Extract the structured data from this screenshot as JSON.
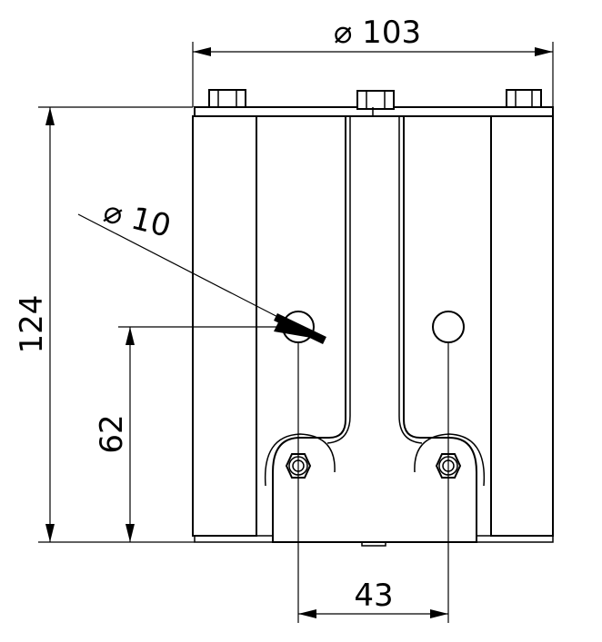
{
  "dimensions": {
    "overall_diameter": "⌀ 103",
    "height": "124",
    "hole_diameter": "⌀ 10",
    "hole_height": "62",
    "hole_spacing": "43"
  }
}
